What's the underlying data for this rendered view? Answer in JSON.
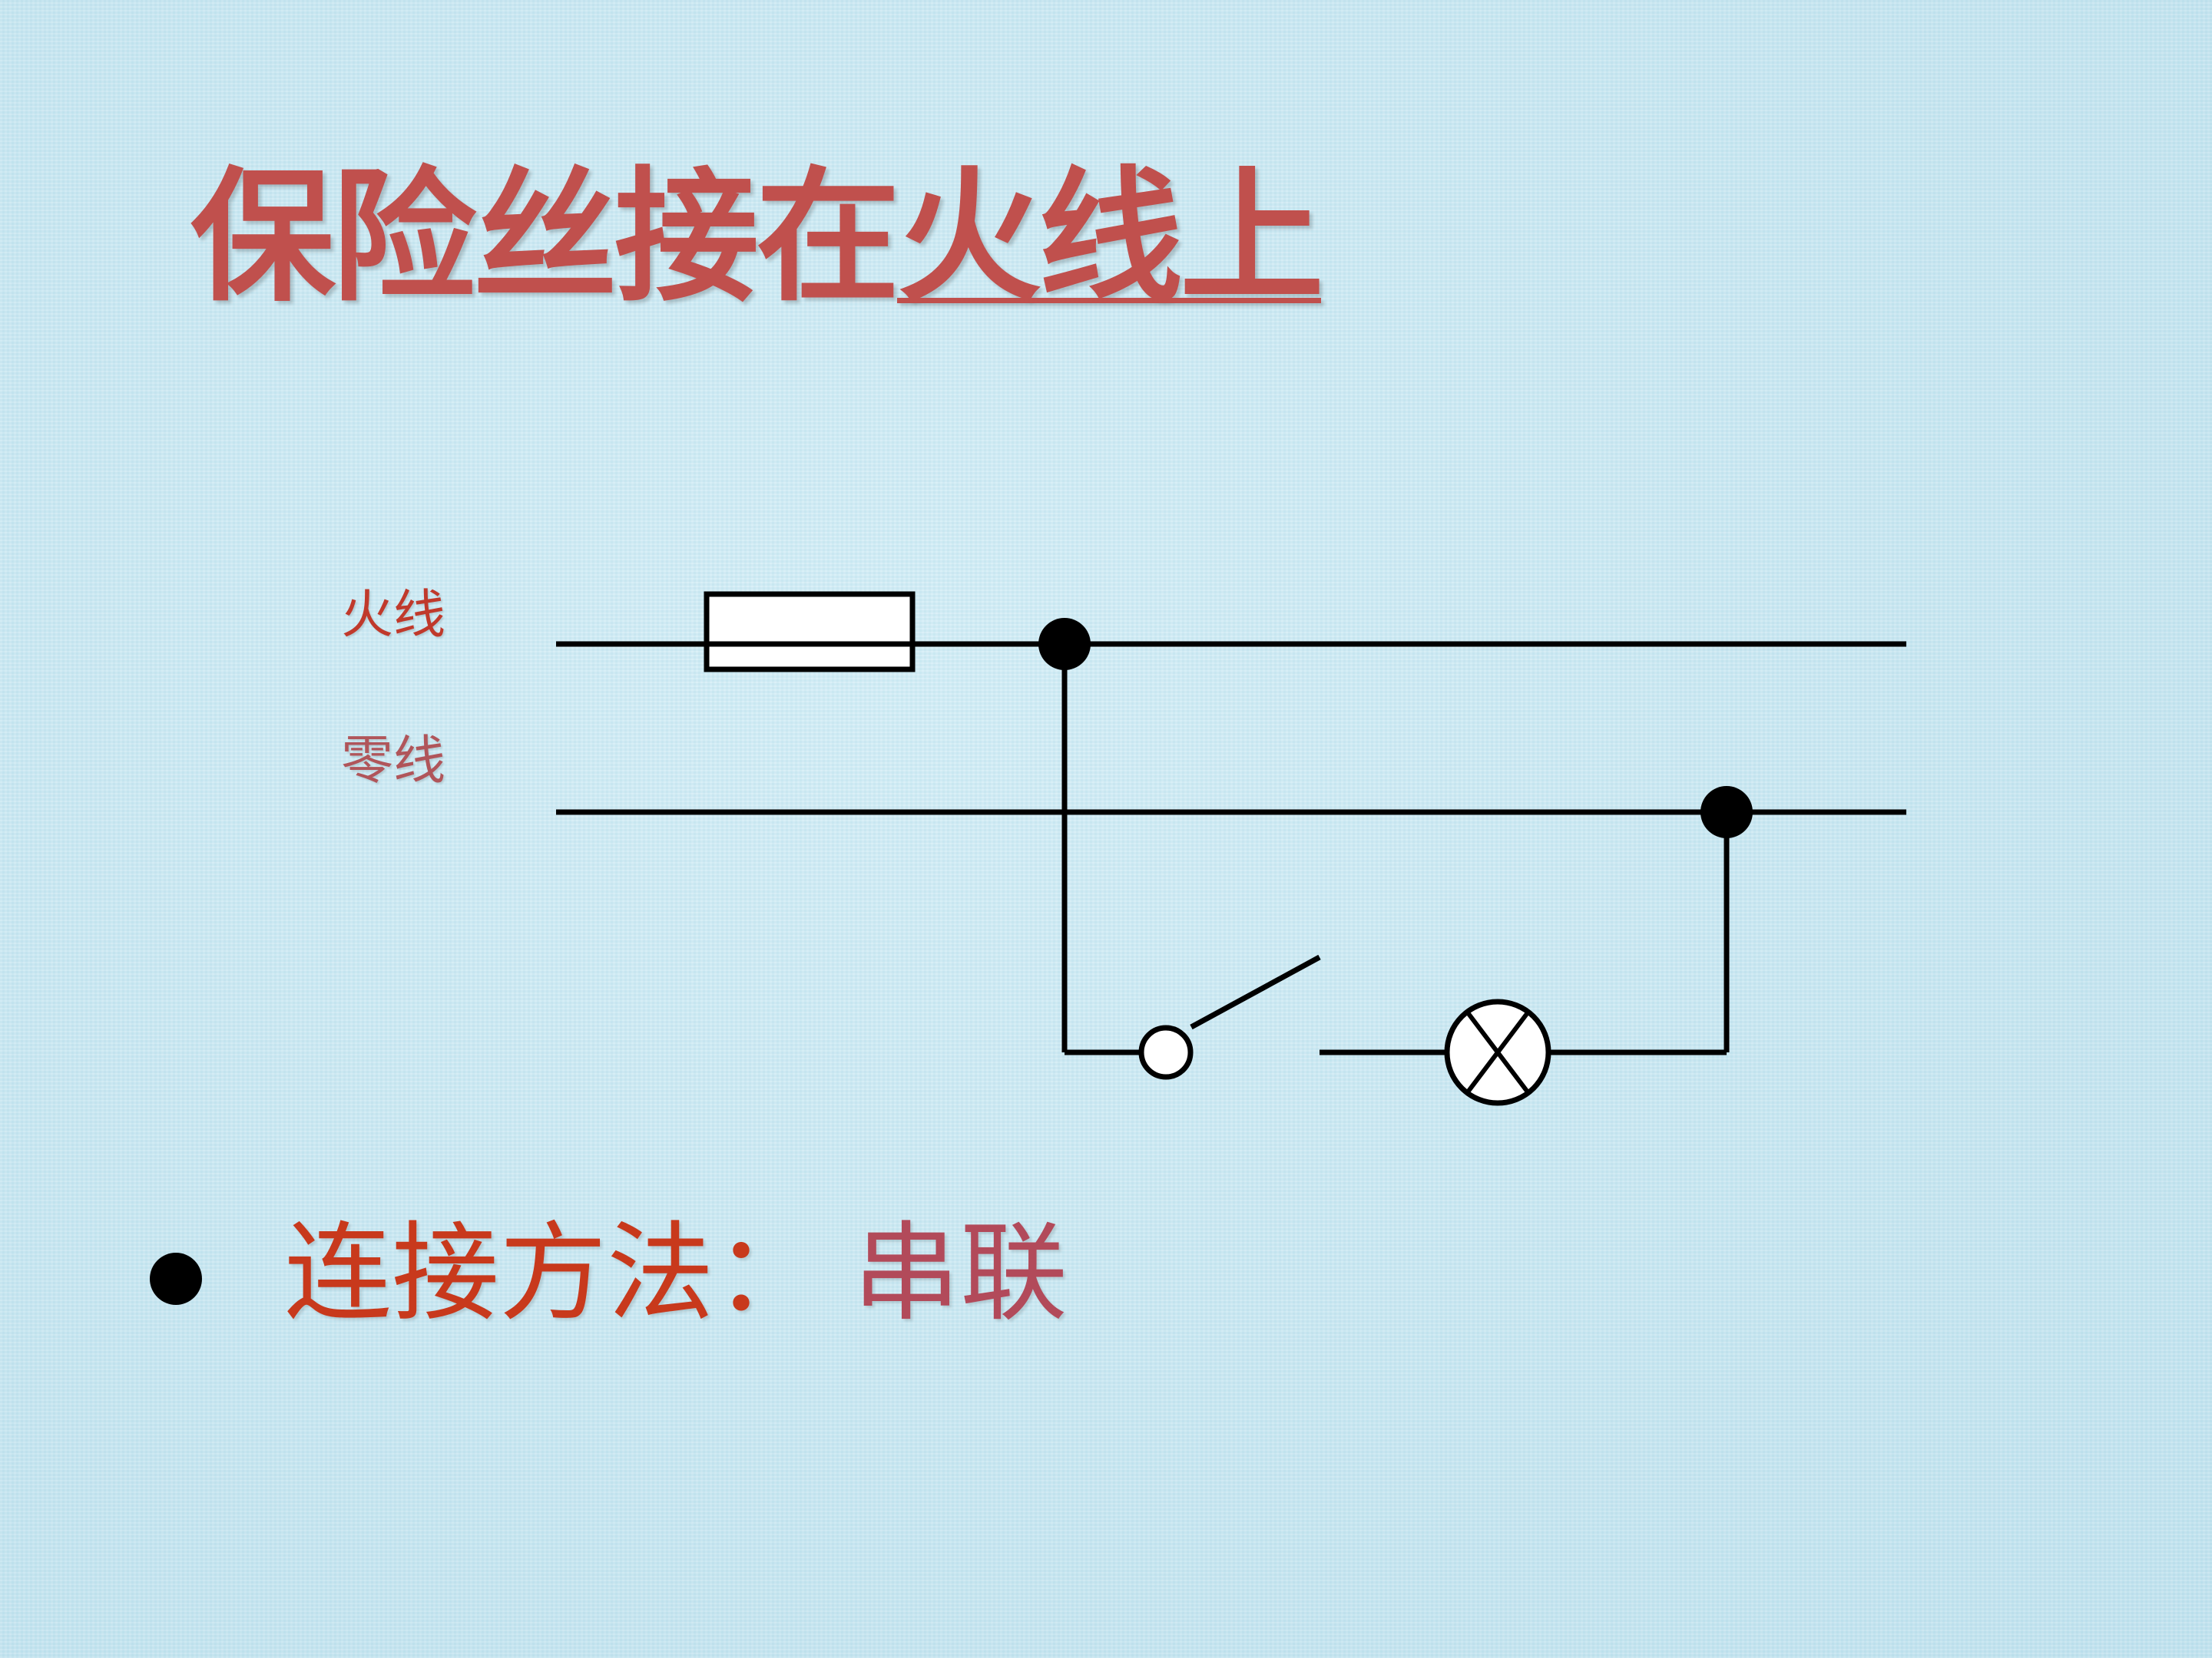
{
  "title": {
    "prefix": "保险丝接在",
    "underlined": "火线上"
  },
  "diagram": {
    "live_wire_label": "火线",
    "neutral_wire_label": "零线"
  },
  "bullet": {
    "label": "连接方法：",
    "value": "串联"
  },
  "colors": {
    "title": "#c0504d",
    "bullet_label": "#c8391c",
    "bullet_value": "#b24a5a",
    "live_label": "#c0392b",
    "neutral_label": "#b0555a",
    "background": "#cbe9f3"
  }
}
